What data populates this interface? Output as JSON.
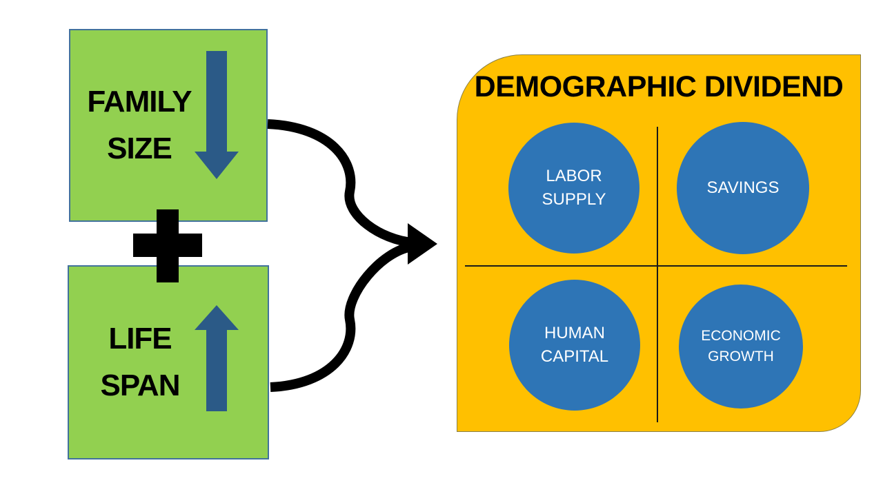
{
  "colors": {
    "canvas_bg": "#ffffff",
    "input_box_fill": "#92d050",
    "input_box_border": "#41719c",
    "block_arrow_blue": "#2b5a87",
    "plus_fill": "#000000",
    "plus_outline": "#2e5b8a",
    "merge_arrow": "#000000",
    "result_box_fill": "#ffc000",
    "result_box_border": "#8a8045",
    "divider_line": "#1a1a1a",
    "circle_fill": "#2e75b6",
    "circle_text": "#ffffff",
    "label_text": "#000000"
  },
  "inputs": {
    "family_size": {
      "line1": "FAMILY",
      "line2": "SIZE",
      "arrow_direction": "down"
    },
    "life_span": {
      "line1": "LIFE",
      "line2": "SPAN",
      "arrow_direction": "up"
    }
  },
  "operator": {
    "symbol": "plus"
  },
  "result": {
    "title": "DEMOGRAPHIC DIVIDEND",
    "quadrants": {
      "labor_supply": {
        "line1": "LABOR",
        "line2": "SUPPLY"
      },
      "savings": {
        "line1": "SAVINGS"
      },
      "human_capital": {
        "line1": "HUMAN",
        "line2": "CAPITAL"
      },
      "economic_growth": {
        "line1": "ECONOMIC",
        "line2": "GROWTH"
      }
    }
  }
}
